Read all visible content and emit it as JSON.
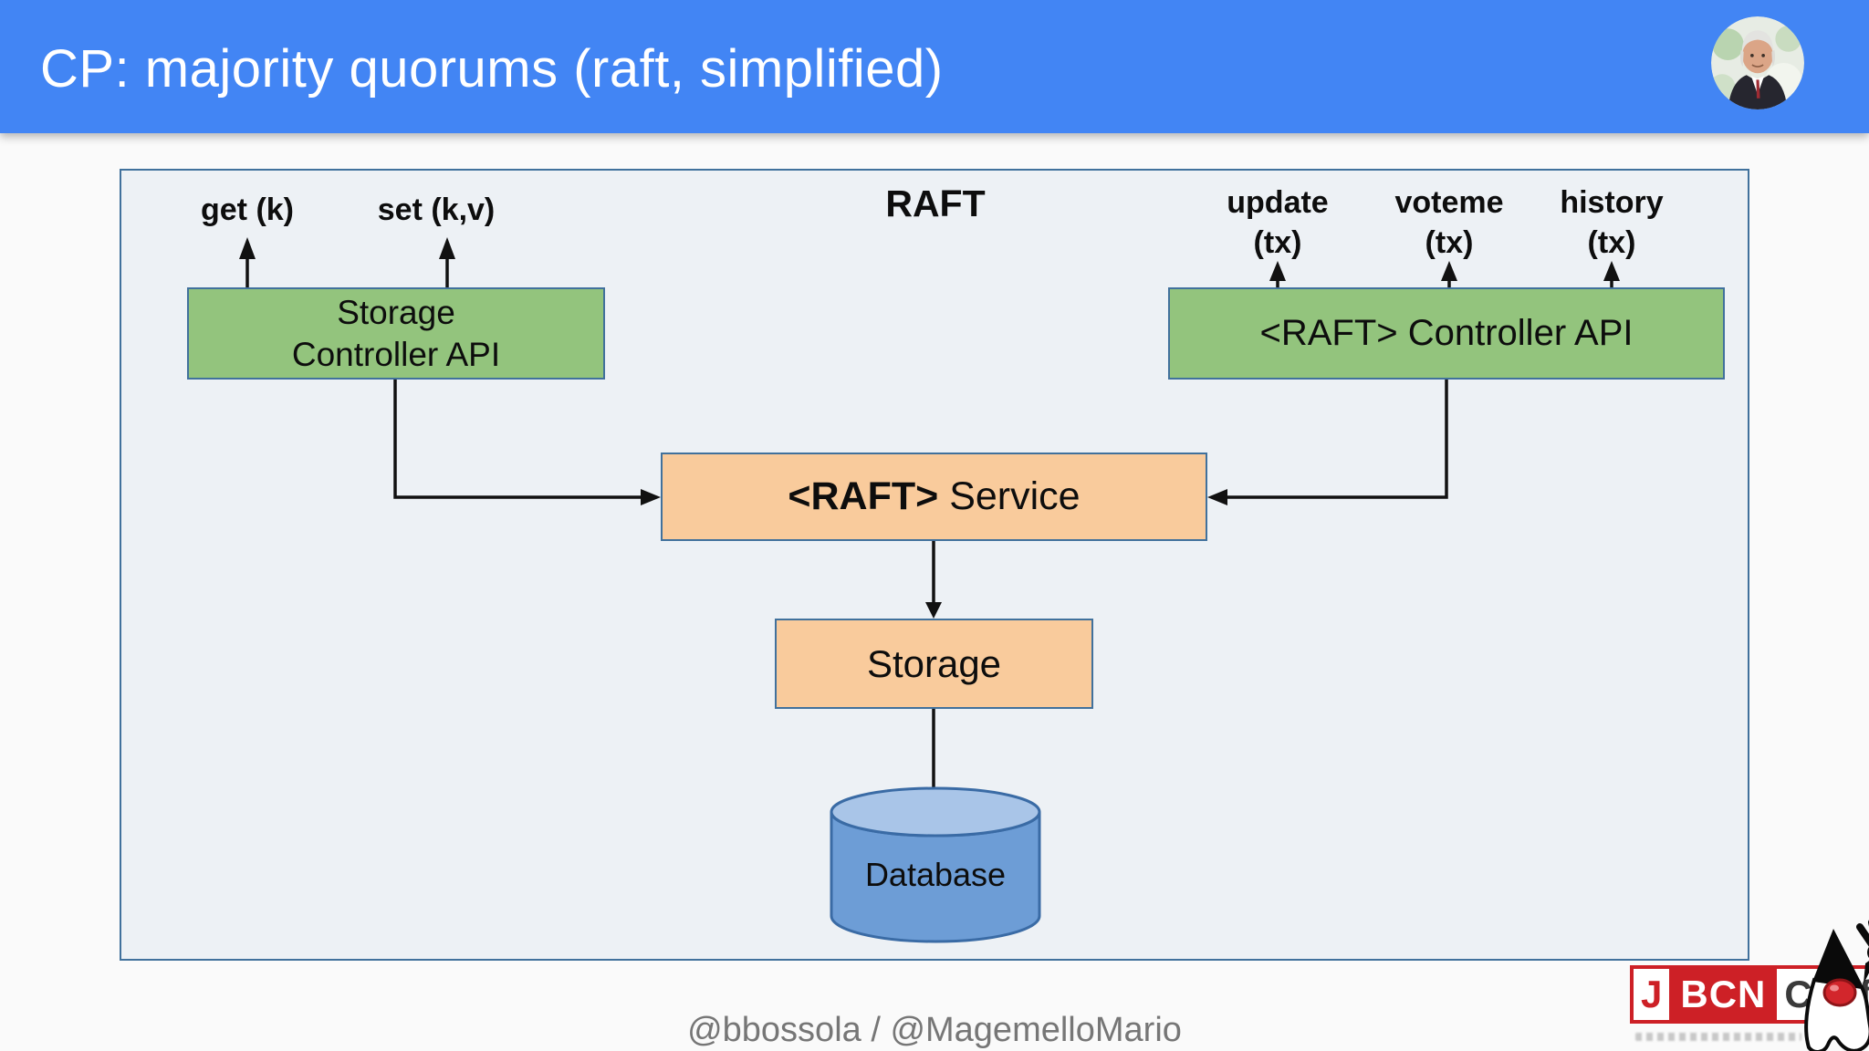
{
  "header": {
    "title": "CP: majority quorums (raft, simplified)"
  },
  "diagram": {
    "section_label": "RAFT",
    "storage_api": {
      "line1": "Storage",
      "line2": "Controller API",
      "calls": [
        {
          "label": "get (k)"
        },
        {
          "label": "set (k,v)"
        }
      ]
    },
    "raft_api": {
      "label": "<RAFT> Controller API",
      "calls": [
        {
          "name": "update",
          "arg": "(tx)"
        },
        {
          "name": "voteme",
          "arg": "(tx)"
        },
        {
          "name": "history",
          "arg": "(tx)"
        }
      ]
    },
    "service": {
      "name": "<RAFT>",
      "suffix": " Service"
    },
    "storage": {
      "label": "Storage"
    },
    "database": {
      "label": "Database"
    }
  },
  "footer": {
    "credits": "@bbossola / @MagemelloMario"
  },
  "logo": {
    "j": "J",
    "bcn": "BCN",
    "conf": "Conf"
  },
  "colors": {
    "header_bg": "#4285f4",
    "container_bg": "#edf1f5",
    "container_border": "#41719c",
    "green_box": "#93c47d",
    "orange_box": "#f9cb9c",
    "box_border": "#41719c",
    "cylinder_body": "#6d9dd6",
    "cylinder_top": "#a9c5e8",
    "cylinder_border": "#3a6ba5",
    "logo_red": "#cd2026",
    "footer_text": "#767676"
  }
}
